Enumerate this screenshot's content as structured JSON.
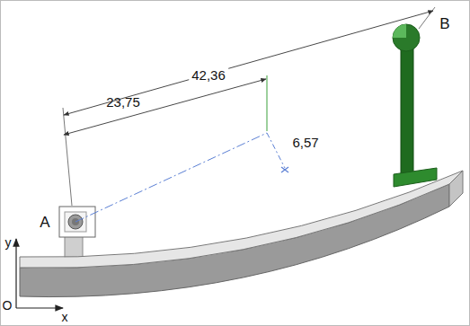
{
  "diagram": {
    "labels": [
      "42,36",
      "23,75",
      "6,57",
      "A",
      "B",
      "y",
      "x",
      "O"
    ]
  }
}
